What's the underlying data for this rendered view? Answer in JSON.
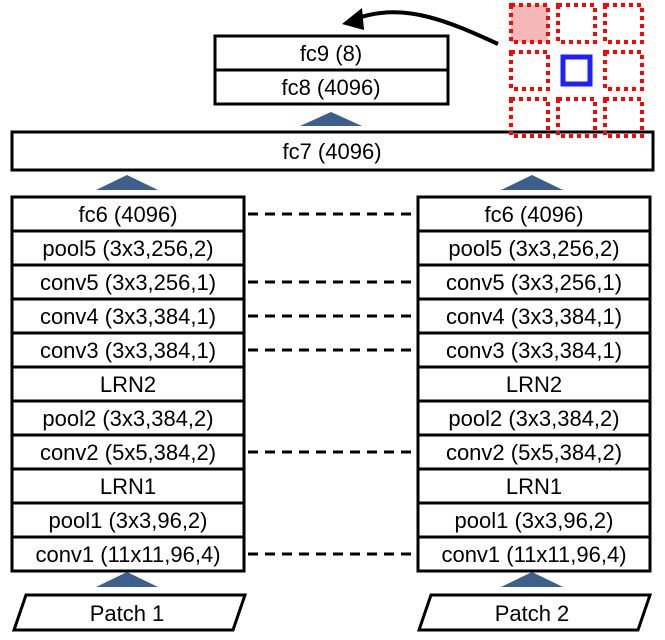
{
  "colors": {
    "box_stroke": "#000000",
    "arrow_fill": "#3c5f8c",
    "grid_dotted": "#ff0000",
    "grid_selected_fill": "#f4b8b8",
    "grid_center": "#1f1fff",
    "dashed_link": "#000000"
  },
  "top_head": {
    "layers": [
      "fc9 (8)",
      "fc8 (4096)"
    ]
  },
  "fc7": {
    "label": "fc7 (4096)"
  },
  "left_column": {
    "layers": [
      "fc6 (4096)",
      "pool5 (3x3,256,2)",
      "conv5 (3x3,256,1)",
      "conv4 (3x3,384,1)",
      "conv3 (3x3,384,1)",
      "LRN2",
      "pool2 (3x3,384,2)",
      "conv2 (5x5,384,2)",
      "LRN1",
      "pool1 (3x3,96,2)",
      "conv1 (11x11,96,4)"
    ],
    "input": "Patch 1"
  },
  "right_column": {
    "layers": [
      "fc6 (4096)",
      "pool5 (3x3,256,2)",
      "conv5 (3x3,256,1)",
      "conv4 (3x3,384,1)",
      "conv3 (3x3,384,1)",
      "LRN2",
      "pool2 (3x3,384,2)",
      "conv2 (5x5,384,2)",
      "LRN1",
      "pool1 (3x3,96,2)",
      "conv1 (11x11,96,4)"
    ],
    "input": "Patch 2"
  },
  "shared_weight_links": [
    "fc6 (4096)",
    "conv5 (3x3,256,1)",
    "conv4 (3x3,384,1)",
    "conv3 (3x3,384,1)",
    "conv2 (5x5,384,2)",
    "conv1 (11x11,96,4)"
  ],
  "patch_grid": {
    "rows": 3,
    "cols": 3,
    "selected": [
      0,
      0
    ],
    "center": [
      1,
      1
    ]
  }
}
